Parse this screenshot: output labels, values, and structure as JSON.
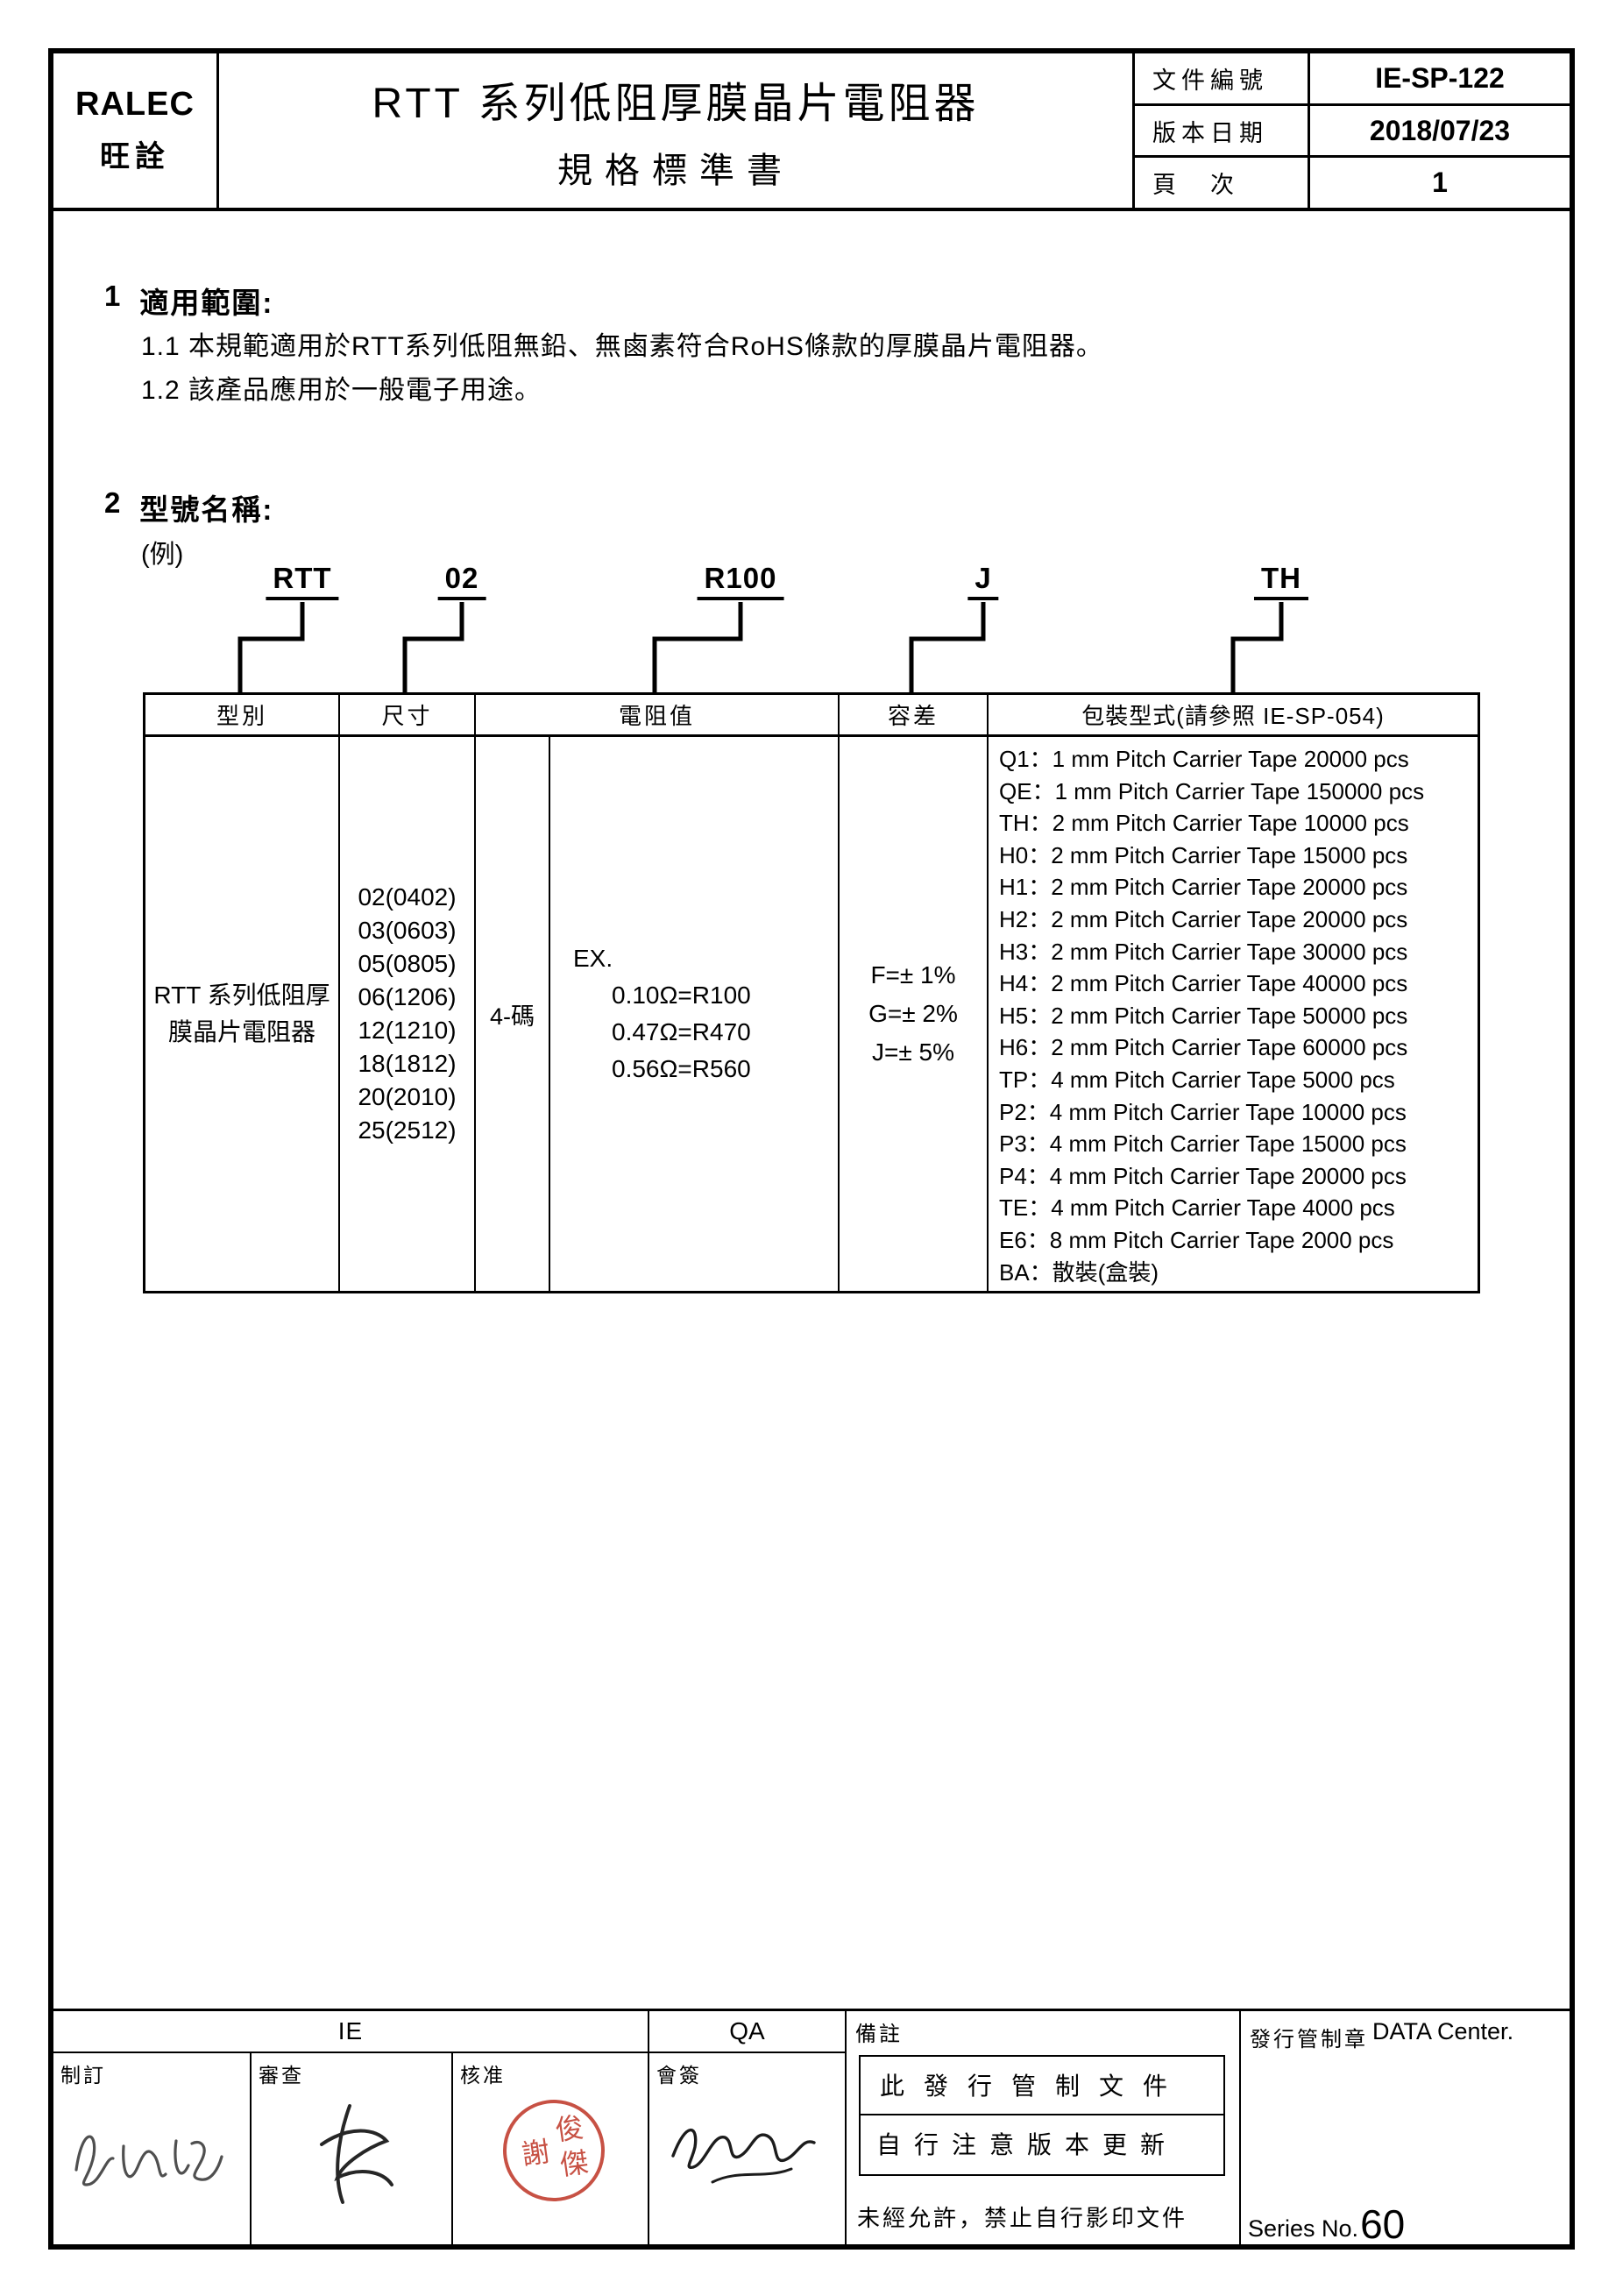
{
  "header": {
    "logo_line1": "RALEC",
    "logo_line2": "旺詮",
    "title_line1": "RTT 系列低阻厚膜晶片電阻器",
    "title_line2": "規格標準書",
    "meta": [
      {
        "label": "文件編號",
        "value": "IE-SP-122"
      },
      {
        "label": "版本日期",
        "value": "2018/07/23"
      },
      {
        "label": "頁　次",
        "value": "1"
      }
    ]
  },
  "section1": {
    "number": "1",
    "title": "適用範圍:",
    "items": [
      "1.1 本規範適用於RTT系列低阻無鉛、無鹵素符合RoHS條款的厚膜晶片電阻器。",
      "1.2 該產品應用於一般電子用途。"
    ]
  },
  "section2": {
    "number": "2",
    "title": "型號名稱:",
    "example_label": "(例)",
    "segments": [
      "RTT",
      "02",
      "R100",
      "J",
      "TH"
    ]
  },
  "table": {
    "headers": [
      "型別",
      "尺寸",
      "電阻值",
      "容差",
      "包裝型式(請參照 IE-SP-054)"
    ],
    "type_lines": [
      "RTT 系列低阻厚",
      "膜晶片電阻器"
    ],
    "sizes": [
      "02(0402)",
      "03(0603)",
      "05(0805)",
      "06(1206)",
      "12(1210)",
      "18(1812)",
      "20(2010)",
      "25(2512)"
    ],
    "digits": "4-碼",
    "resistance_label": "EX.",
    "resistance_examples": [
      "0.10Ω=R100",
      "0.47Ω=R470",
      "0.56Ω=R560"
    ],
    "tolerances": [
      "F=± 1%",
      "G=± 2%",
      "J=± 5%"
    ],
    "packaging": [
      "Q1：1 mm Pitch Carrier Tape 20000 pcs",
      "QE：1 mm Pitch Carrier Tape 150000 pcs",
      "TH：2 mm Pitch Carrier Tape 10000 pcs",
      "H0：2 mm Pitch Carrier Tape 15000 pcs",
      "H1：2 mm Pitch Carrier Tape 20000 pcs",
      "H2：2 mm Pitch Carrier Tape 20000 pcs",
      "H3：2 mm Pitch Carrier Tape 30000 pcs",
      "H4：2 mm Pitch Carrier Tape 40000 pcs",
      "H5：2 mm Pitch Carrier Tape 50000 pcs",
      "H6：2 mm Pitch Carrier Tape 60000 pcs",
      "TP：4 mm Pitch Carrier Tape 5000 pcs",
      "P2：4 mm Pitch Carrier Tape 10000 pcs",
      "P3：4 mm Pitch Carrier Tape 15000 pcs",
      "P4：4 mm Pitch Carrier Tape 20000 pcs",
      "TE：4 mm Pitch Carrier Tape 4000 pcs",
      "E6：8 mm Pitch Carrier Tape 2000 pcs",
      "BA：散裝(盒裝)"
    ]
  },
  "footer": {
    "ie_label": "IE",
    "qa_label": "QA",
    "sign_labels": [
      "制訂",
      "審查",
      "核准",
      "會簽"
    ],
    "remark_label": "備註",
    "remark_lines": [
      "此發行管制文件",
      "自行注意版本更新"
    ],
    "remark_warning": "未經允許，禁止自行影印文件",
    "control_stamp_label": "發行管制章",
    "data_center_label": "DATA Center.",
    "series_label": "Series No.",
    "series_number": "60",
    "stamp_chars": [
      "俊",
      "傑",
      "謝"
    ]
  },
  "colors": {
    "stamp_red": "#c03a2b"
  }
}
